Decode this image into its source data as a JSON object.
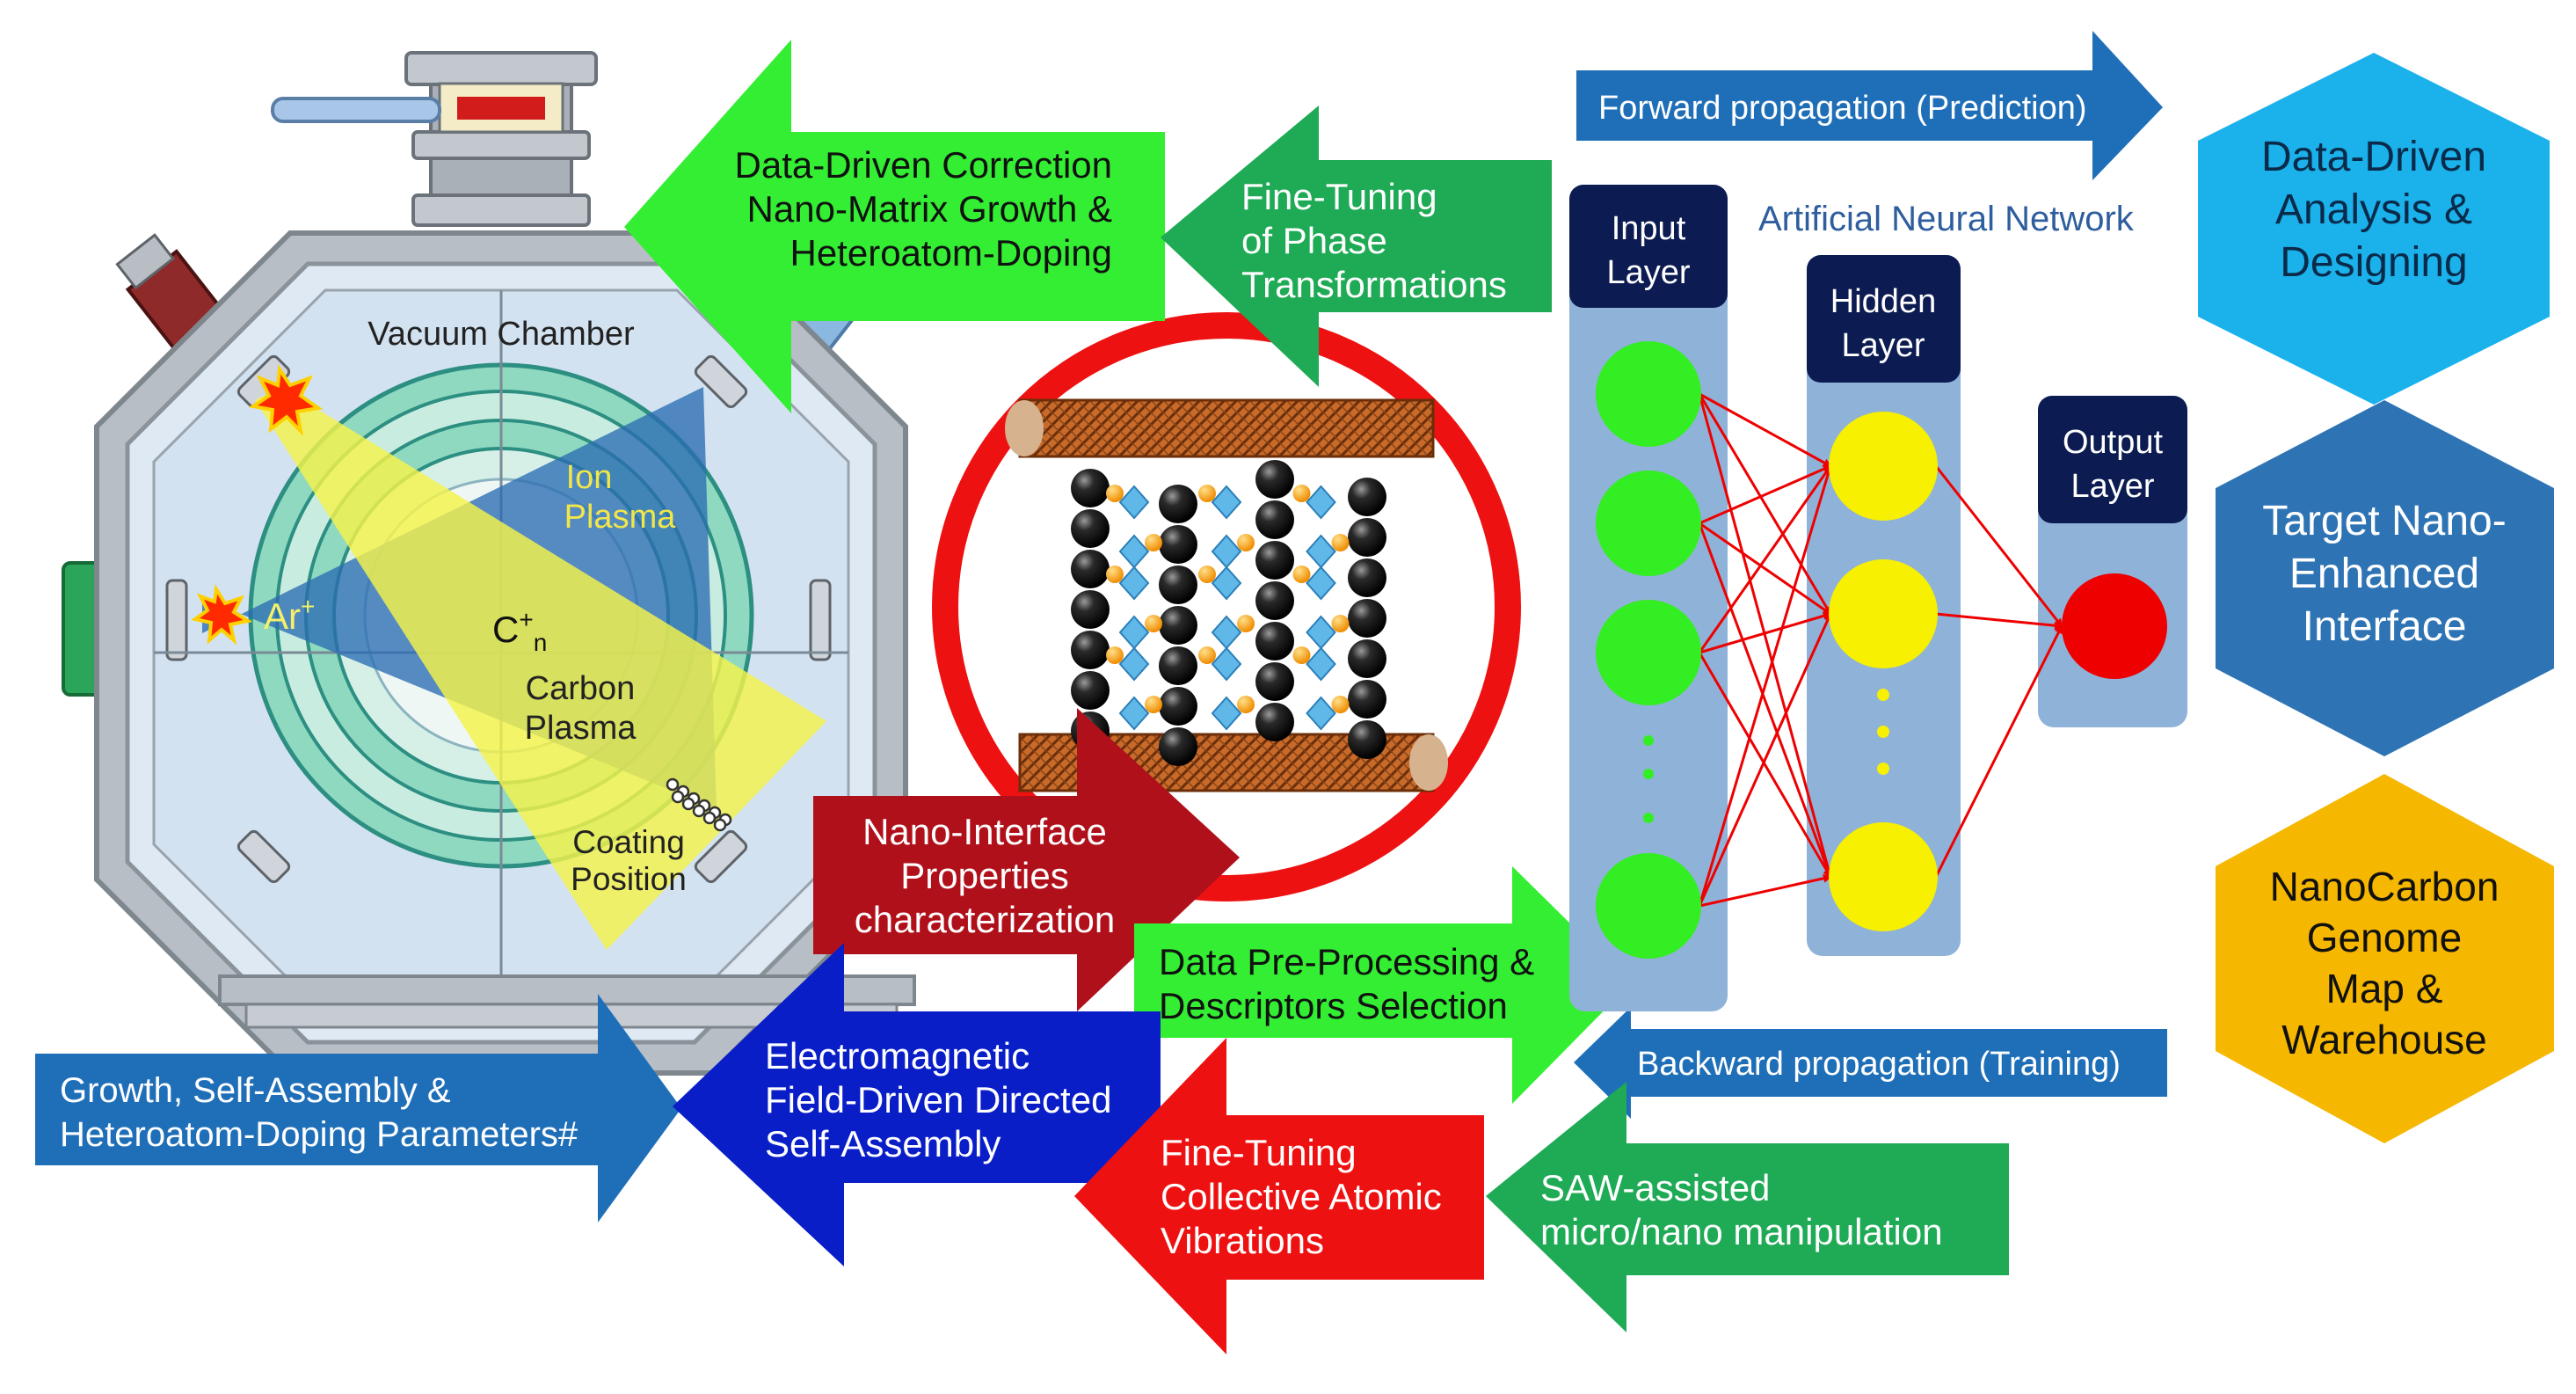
{
  "chamber": {
    "title": "Vacuum Chamber",
    "ion_plasma": [
      "Ion",
      "Plasma"
    ],
    "ar_label": "Ar",
    "ar_sup": "+",
    "c_label": "C",
    "c_sup": "+",
    "c_sub": "n",
    "carbon_plasma": [
      "Carbon",
      "Plasma"
    ],
    "coating_position": [
      "Coating",
      "Position"
    ]
  },
  "arrows": {
    "data_driven_correction": [
      "Data-Driven Correction",
      "Nano-Matrix Growth &",
      "Heteroatom-Doping"
    ],
    "fine_tuning_phase": [
      "Fine-Tuning",
      "of Phase",
      "Transformations"
    ],
    "forward_propagation": "Forward propagation (Prediction)",
    "nano_interface": [
      "Nano-Interface",
      "Properties",
      "characterization"
    ],
    "data_preprocessing": [
      "Data Pre-Processing &",
      "Descriptors Selection"
    ],
    "backward_propagation": "Backward propagation (Training)",
    "electromagnetic": [
      "Electromagnetic",
      "Field-Driven Directed",
      "Self-Assembly"
    ],
    "growth_parameters": [
      "Growth, Self-Assembly &",
      "Heteroatom-Doping Parameters#"
    ],
    "fine_tuning_vibrations": [
      "Fine-Tuning",
      "Collective Atomic",
      "Vibrations"
    ],
    "saw_assisted": [
      "SAW-assisted",
      "micro/nano manipulation"
    ]
  },
  "network": {
    "title": "Artificial Neural Network",
    "input_layer": [
      "Input",
      "Layer"
    ],
    "hidden_layer": [
      "Hidden",
      "Layer"
    ],
    "output_layer": [
      "Output",
      "Layer"
    ]
  },
  "hexagons": {
    "data_driven_analysis": [
      "Data-Driven",
      "Analysis &",
      "Designing"
    ],
    "target_interface": [
      "Target Nano-",
      "Enhanced",
      "Interface"
    ],
    "genome_map": [
      "NanoCarbon",
      "Genome",
      "Map &",
      "Warehouse"
    ]
  },
  "colors": {
    "bright_green": "#33ee33",
    "dark_green": "#1faa55",
    "blue_arrow": "#1f6fb8",
    "navy_arrow": "#0a1ec8",
    "dark_red": "#b0101a",
    "red": "#ee1111",
    "nn_header": "#0c1c52",
    "hex_cyan": "#1bb1ea",
    "hex_blue": "#2e74b5",
    "hex_gold": "#f6b700",
    "node_green": "#33ee22",
    "node_yellow": "#f7f000",
    "node_red": "#ee0000"
  },
  "icons": [
    "vacuum-chamber-icon",
    "sparkle-burst-icon",
    "nanostructure-icon"
  ]
}
